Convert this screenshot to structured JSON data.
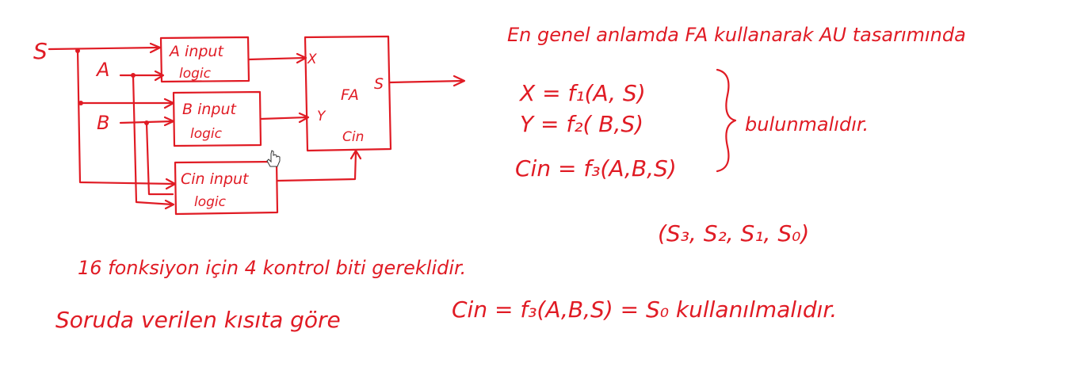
{
  "diagram": {
    "signals": {
      "s": "S",
      "a": "A",
      "b": "B"
    },
    "blocks": {
      "a_logic": {
        "line1": "A input",
        "line2": "logic"
      },
      "b_logic": {
        "line1": "B input",
        "line2": "logic"
      },
      "cin_logic": {
        "line1": "Cin input",
        "line2": "logic"
      },
      "fa": {
        "title": "FA",
        "x": "X",
        "y": "Y",
        "s": "S",
        "cin": "Cin"
      }
    }
  },
  "notes": {
    "heading": "En genel anlamda FA kullanarak AU tasarımında",
    "eq_x": "X = f₁(A, S)",
    "eq_y": "Y = f₂( B,S)",
    "eq_cin": "Cin = f₃(A,B,S)",
    "brace_note": "bulunmalıdır.",
    "line1": "16 fonksiyon için 4 kontrol biti gereklidir.",
    "line1_tuple": "(S₃, S₂, S₁, S₀)",
    "line2": "Soruda verilen kısıta göre",
    "line2_eq": "Cin = f₃(A,B,S) = S₀ kullanılmalıdır."
  },
  "colors": {
    "ink": "#e01b24",
    "background": "#ffffff"
  }
}
